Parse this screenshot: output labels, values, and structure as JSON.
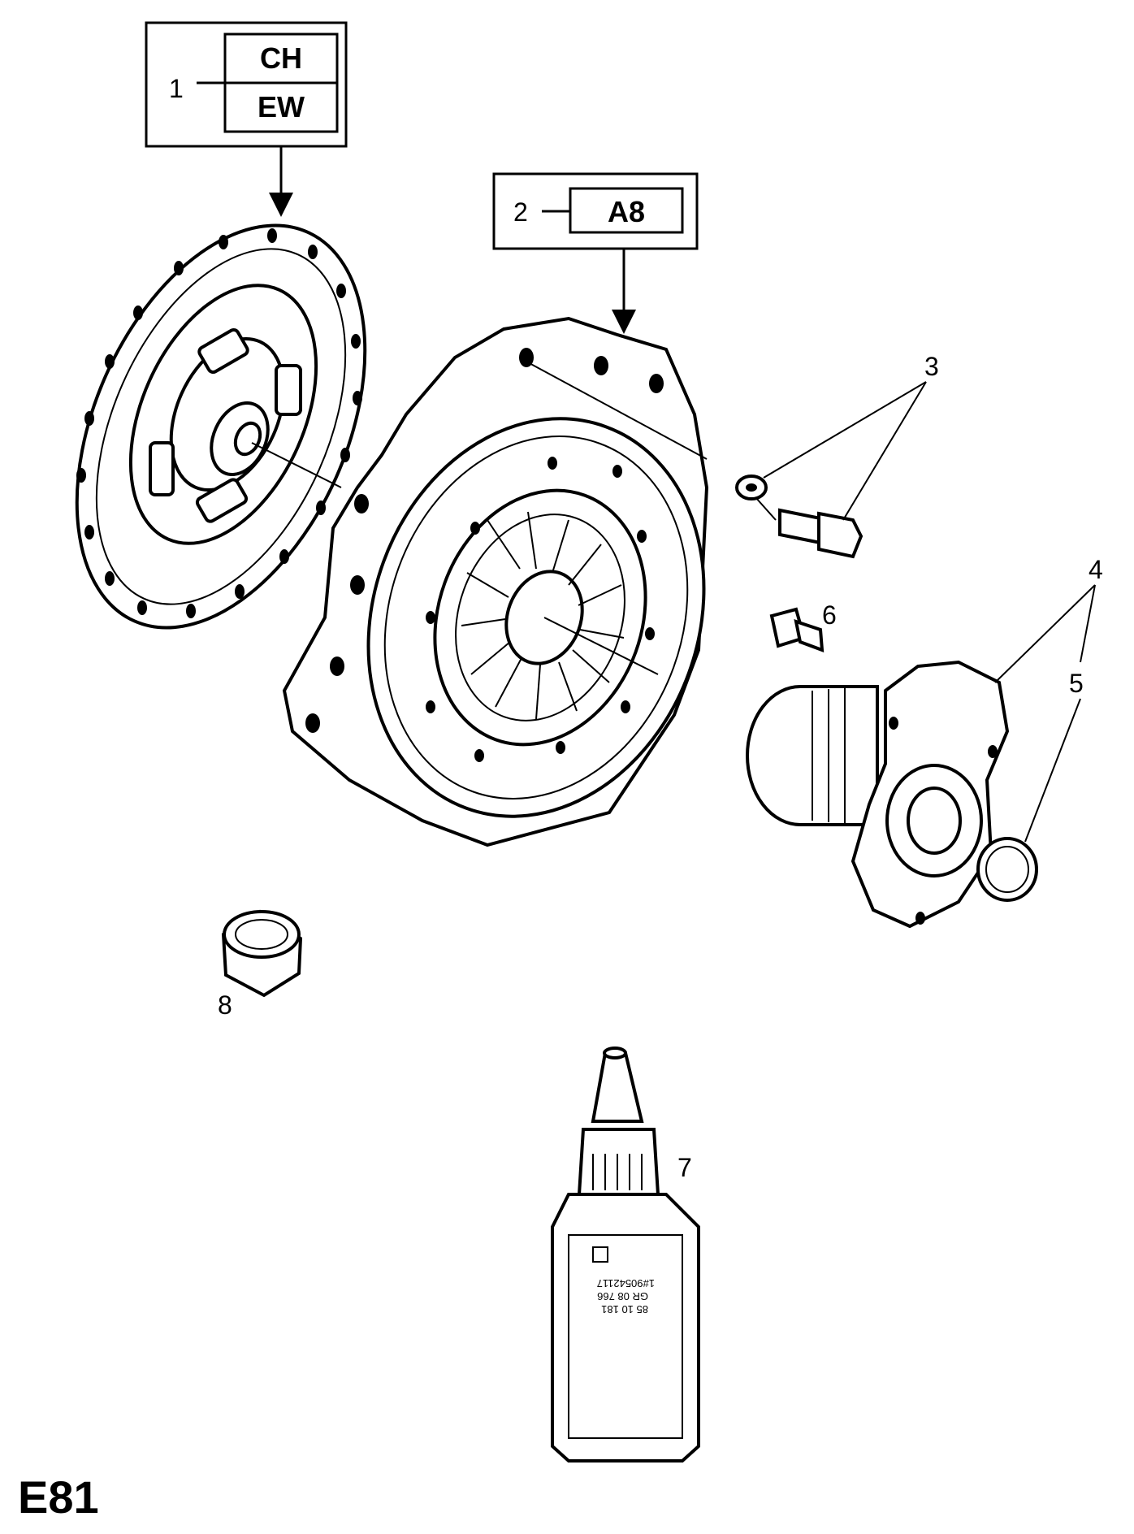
{
  "page_code": "E81",
  "callouts": [
    {
      "number": "1",
      "codes": [
        "CH",
        "EW"
      ]
    },
    {
      "number": "2",
      "codes": [
        "A8"
      ]
    }
  ],
  "part_numbers": [
    "3",
    "4",
    "5",
    "6",
    "7",
    "8"
  ],
  "bottle_label": {
    "line1": "1#90542117",
    "line2": "GR 08 766",
    "line3": "85 10 181"
  }
}
